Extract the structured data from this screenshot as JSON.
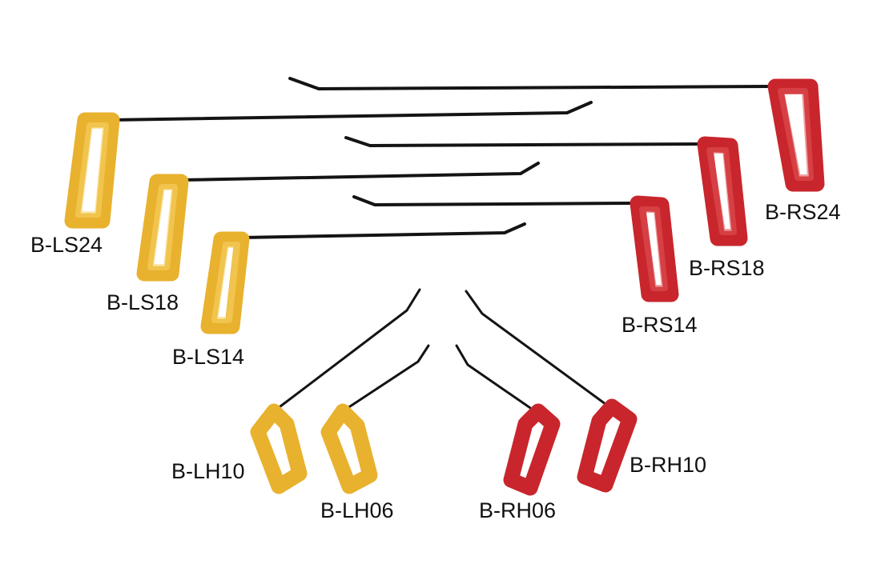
{
  "colors": {
    "left_handle": "#E8B22E",
    "left_handle_highlight": "#F7D36A",
    "right_handle": "#C8262C",
    "right_handle_highlight": "#E2555A",
    "rod": "#141414",
    "background": "#FFFFFF"
  },
  "tools": [
    {
      "id": "ls24",
      "label": "B-LS24",
      "handle": "left"
    },
    {
      "id": "ls18",
      "label": "B-LS18",
      "handle": "left"
    },
    {
      "id": "ls14",
      "label": "B-LS14",
      "handle": "left"
    },
    {
      "id": "rs24",
      "label": "B-RS24",
      "handle": "right"
    },
    {
      "id": "rs18",
      "label": "B-RS18",
      "handle": "right"
    },
    {
      "id": "rs14",
      "label": "B-RS14",
      "handle": "right"
    },
    {
      "id": "lh10",
      "label": "B-LH10",
      "handle": "left"
    },
    {
      "id": "lh06",
      "label": "B-LH06",
      "handle": "left"
    },
    {
      "id": "rh06",
      "label": "B-RH06",
      "handle": "right"
    },
    {
      "id": "rh10",
      "label": "B-RH10",
      "handle": "right"
    }
  ]
}
